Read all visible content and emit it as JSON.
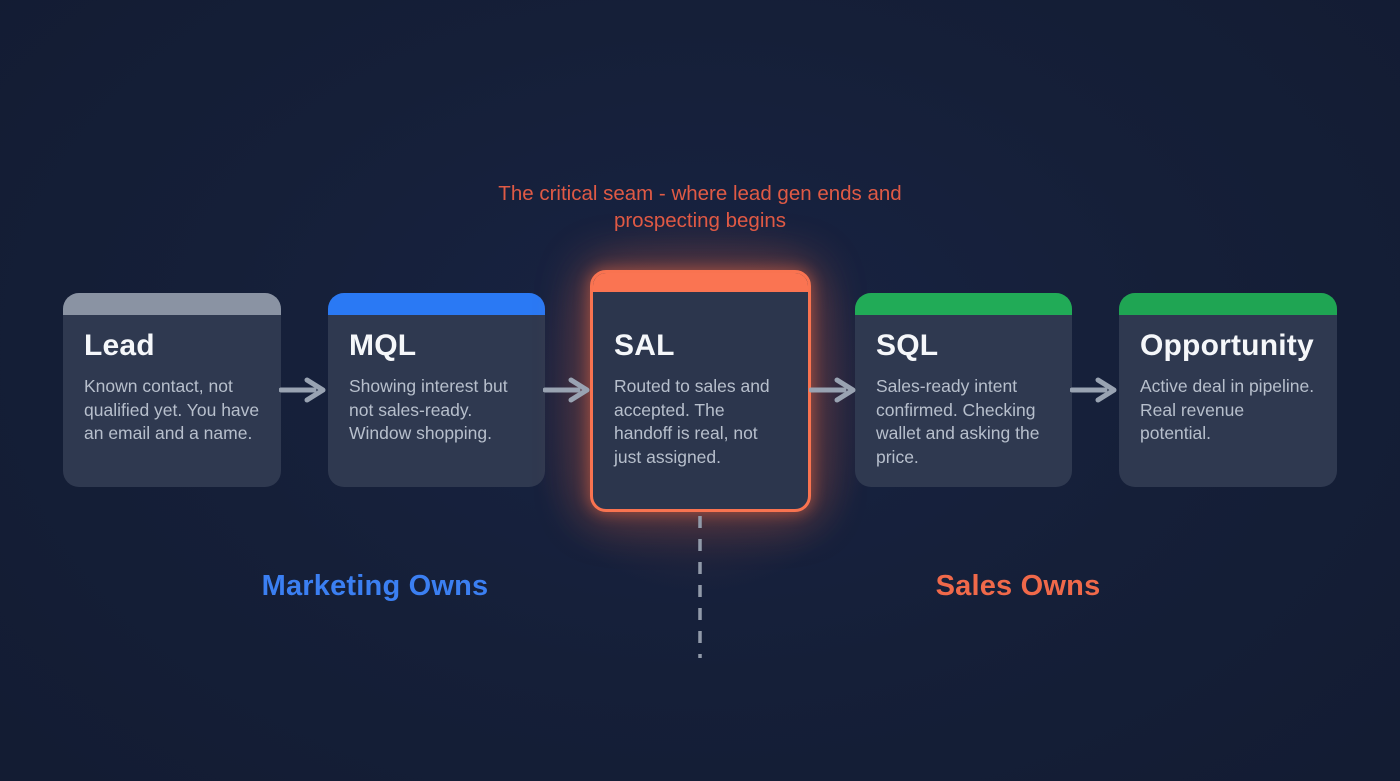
{
  "annotation": {
    "text": "The critical seam - where lead gen ends and prospecting begins",
    "color": "#e05a45"
  },
  "stages": [
    {
      "title": "Lead",
      "description": "Known contact, not qualified yet. You have an email and a name.",
      "accent_color": "#8a93a3",
      "highlighted": false
    },
    {
      "title": "MQL",
      "description": "Showing interest but not sales-ready. Window shopping.",
      "accent_color": "#2a79f4",
      "highlighted": false
    },
    {
      "title": "SAL",
      "description": "Routed to sales and accepted. The handoff is real, not just assigned.",
      "accent_color": "#fa7452",
      "highlighted": true
    },
    {
      "title": "SQL",
      "description": "Sales-ready intent confirmed. Checking wallet and asking the price.",
      "accent_color": "#21ab57",
      "highlighted": false
    },
    {
      "title": "Opportunity",
      "description": "Active deal in pipeline. Real revenue potential.",
      "accent_color": "#1fa553",
      "highlighted": false
    }
  ],
  "ownership_labels": {
    "marketing": {
      "text": "Marketing Owns",
      "color": "#3b7ff2"
    },
    "sales": {
      "text": "Sales Owns",
      "color": "#f0694a"
    }
  },
  "colors": {
    "background": "#15203a",
    "card_background": "#2f3950",
    "card_title": "#f5f7fa",
    "card_description": "#b7bfcc",
    "arrow": "#99a3b2",
    "dashed_line": "#919aa9",
    "highlight_border": "#f97350"
  }
}
